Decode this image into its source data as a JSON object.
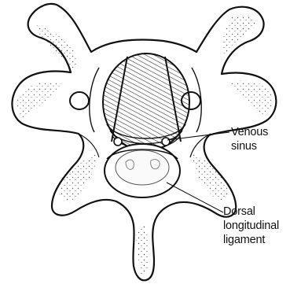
{
  "labels": {
    "venous_sinus": {
      "line1": "Venous",
      "line2": "sinus"
    },
    "dorsal_ligament": {
      "line1": "Dorsal",
      "line2": "longitudinal",
      "line3": "ligament"
    }
  },
  "colors": {
    "ink": "#111111",
    "bone_shade": "#d8d8d8",
    "background": "#ffffff"
  }
}
